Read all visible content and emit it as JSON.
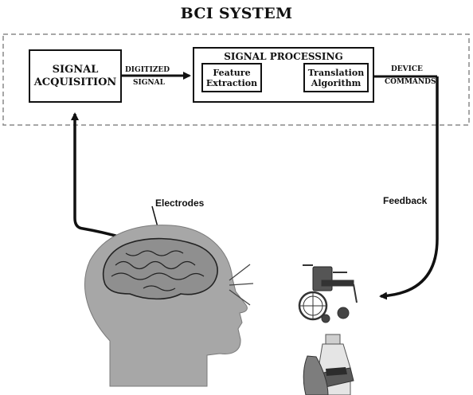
{
  "diagram": {
    "title": "BCI SYSTEM",
    "acquisition": {
      "line1": "SIGNAL",
      "line2": "ACQUISITION"
    },
    "digitized": {
      "line1": "DIGITIZED",
      "line2": "SIGNAL"
    },
    "processing": {
      "title": "SIGNAL PROCESSING",
      "feature": {
        "line1": "Feature",
        "line2": "Extraction"
      },
      "translation": {
        "line1": "Translation",
        "line2": "Algorithm"
      }
    },
    "commands": {
      "line1": "DEVICE",
      "line2": "COMMANDS"
    },
    "electrodes_label": "Electrodes",
    "feedback_label": "Feedback"
  },
  "colors": {
    "ink": "#111111",
    "head": "#a7a7a7",
    "brain": "#8f8f8f",
    "dashed_border": "#8a8a8a"
  },
  "icons": [
    "head-silhouette",
    "brain-icon",
    "wheelchair-icon",
    "bottle-hand-icon"
  ]
}
